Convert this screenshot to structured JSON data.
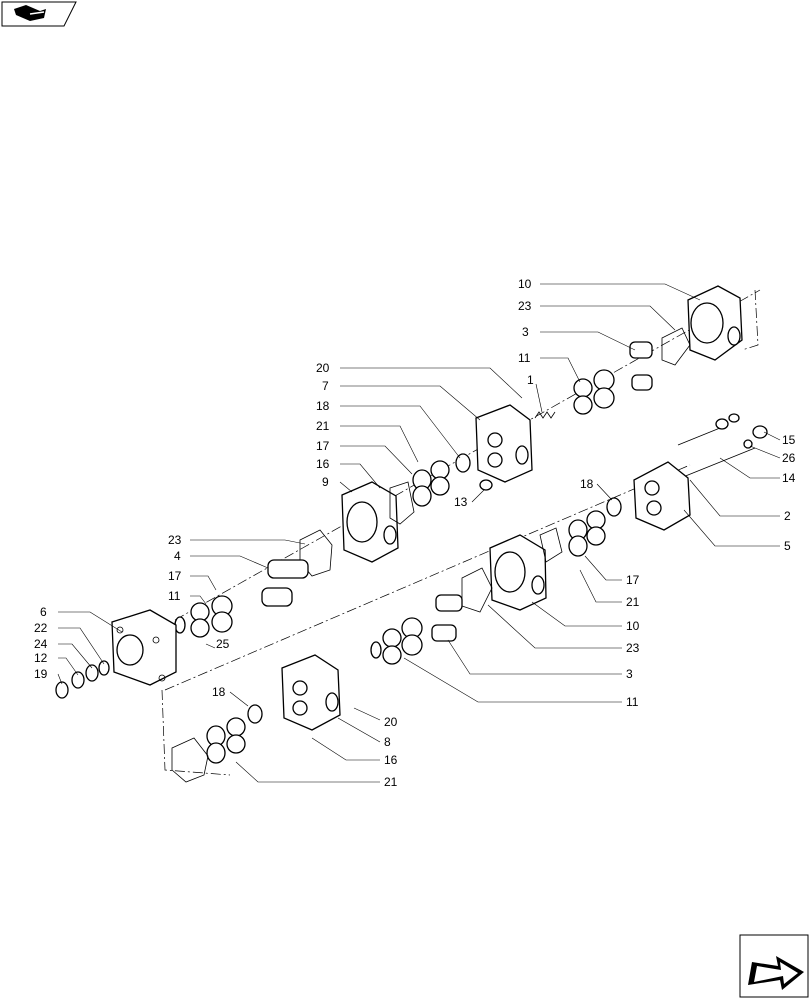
{
  "nav": {
    "top_left_icon": "book-navigation-icon",
    "bottom_right_icon": "next-page-arrow-icon"
  },
  "callouts": [
    "10",
    "23",
    "3",
    "11",
    "20",
    "1",
    "7",
    "18",
    "21",
    "17",
    "16",
    "9",
    "13",
    "23",
    "4",
    "17",
    "11",
    "6",
    "22",
    "24",
    "12",
    "19",
    "25",
    "15",
    "26",
    "14",
    "18",
    "2",
    "5",
    "17",
    "21",
    "10",
    "23",
    "3",
    "11",
    "18",
    "20",
    "8",
    "16",
    "21"
  ]
}
